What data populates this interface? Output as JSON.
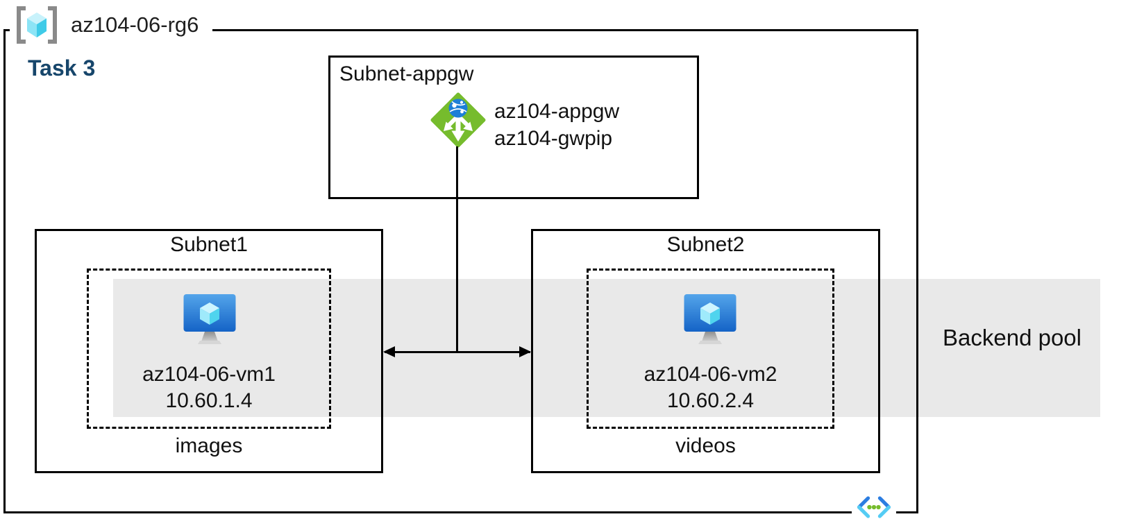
{
  "resource_group": {
    "label": "az104-06-rg6"
  },
  "task_label": "Task 3",
  "appgw_subnet": {
    "title": "Subnet-appgw",
    "gateway_name": "az104-appgw",
    "public_ip_name": "az104-gwpip"
  },
  "subnet1": {
    "title": "Subnet1",
    "vm_name": "az104-06-vm1",
    "vm_ip": "10.60.1.4",
    "caption": "images"
  },
  "subnet2": {
    "title": "Subnet2",
    "vm_name": "az104-06-vm2",
    "vm_ip": "10.60.2.4",
    "caption": "videos"
  },
  "backend_pool": {
    "label": "Backend pool"
  },
  "icons": {
    "resource_group": "resource-group-icon",
    "application_gateway": "application-gateway-icon",
    "virtual_machine": "virtual-machine-icon",
    "virtual_network": "virtual-network-icon"
  },
  "colors": {
    "band_gray": "#e9e9e9",
    "task_label_blue": "#17466b",
    "appgw_green": "#76bc2d",
    "globe_blue": "#1d7fd7",
    "vm_screen_top": "#54a5ea",
    "vm_screen_bottom": "#1463c6",
    "cube_cyan_light": "#cdf5ff",
    "cube_cyan_mid": "#9feafb",
    "cube_cyan_dark": "#4fd4ee",
    "rg_bracket_gray": "#8a8a8a",
    "vnet_blue": "#2b7de1",
    "vnet_cyan": "#54ccf4",
    "vnet_dot_green": "#76bc2d",
    "line_black": "#000000"
  }
}
